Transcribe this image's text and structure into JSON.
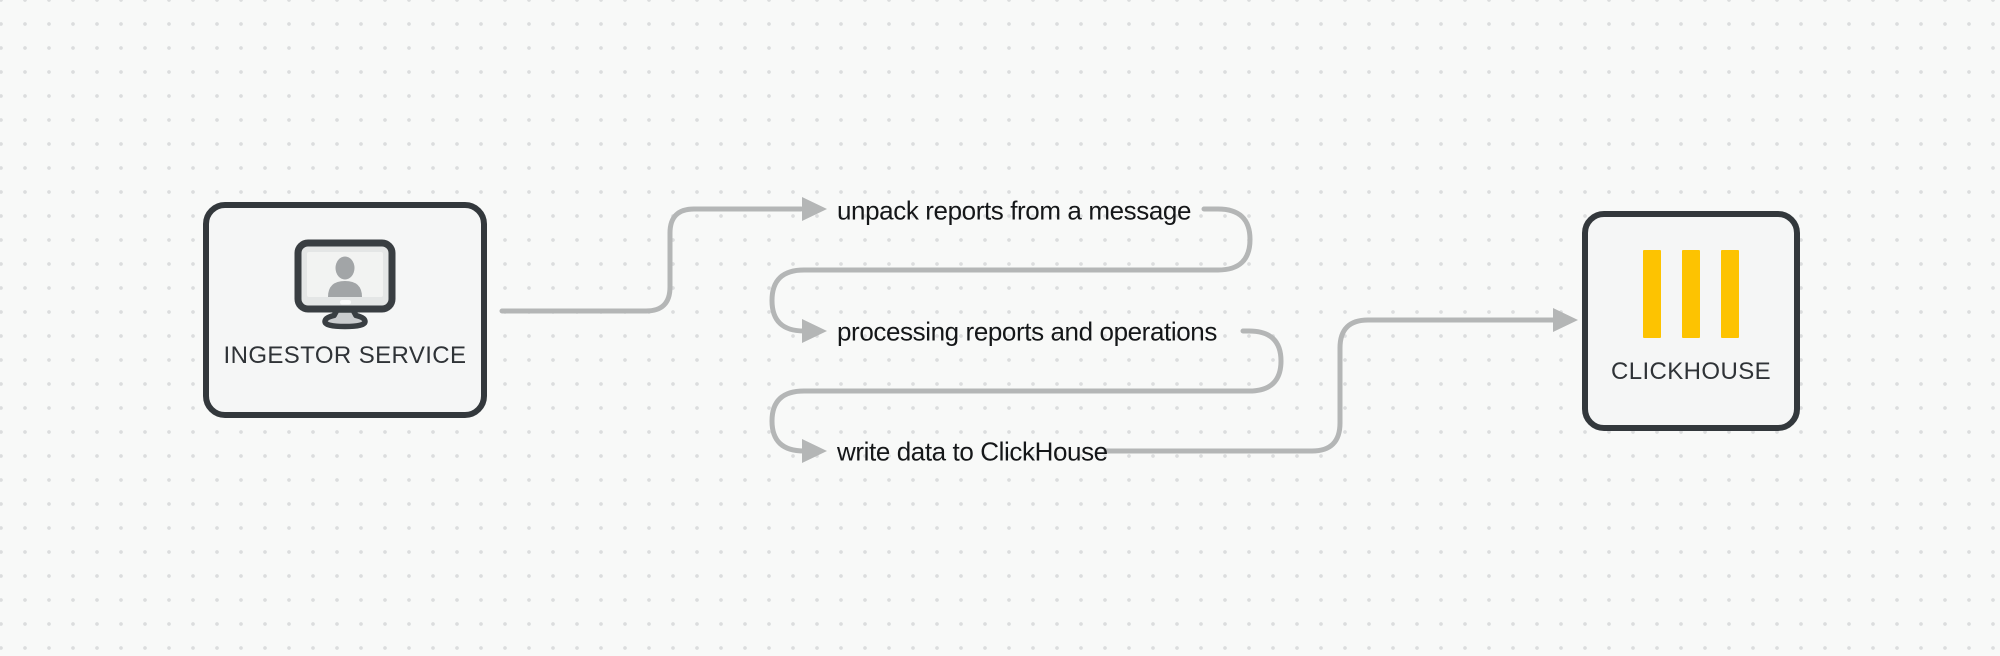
{
  "diagram": {
    "nodes": [
      {
        "id": "ingestor-service",
        "label": "INGESTOR SERVICE",
        "icon": "monitor-user"
      },
      {
        "id": "clickhouse",
        "label": "CLICKHOUSE",
        "icon": "clickhouse-bars"
      }
    ],
    "flow_steps": [
      {
        "order": 1,
        "label": "unpack reports from a message"
      },
      {
        "order": 2,
        "label": "processing reports and operations"
      },
      {
        "order": 3,
        "label": "write data to ClickHouse"
      }
    ],
    "colors": {
      "background": "#f8f9f8",
      "grid_dot": "#dcddde",
      "connector": "#b4b6b6",
      "node_border": "#33383c",
      "node_fill": "#f5f6f6",
      "node_label_text": "#2f3337",
      "flow_label_text": "#151719",
      "clickhouse_yellow": "#fdc301",
      "monitor_gray": "#a2a5a7"
    }
  }
}
